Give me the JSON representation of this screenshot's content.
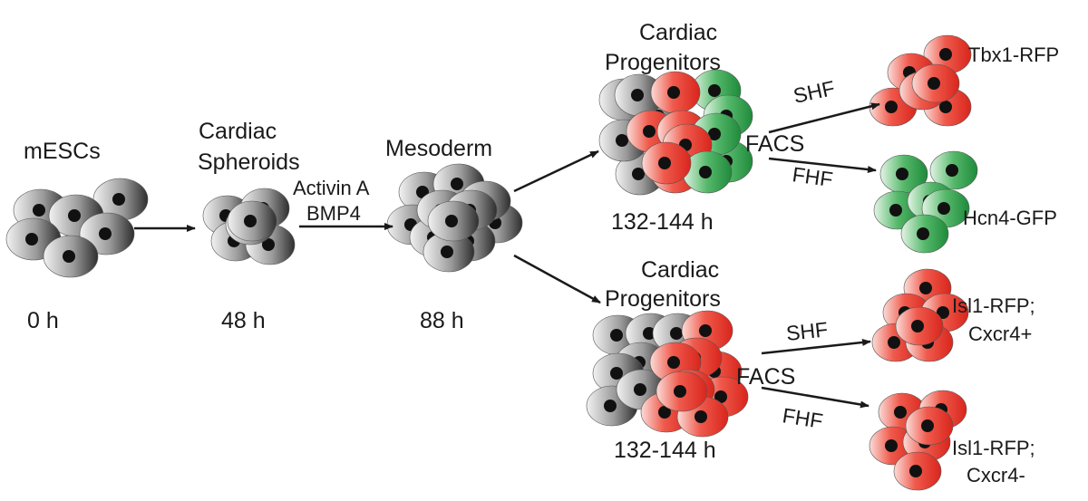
{
  "stages": [
    {
      "label": "mESCs",
      "time": "0 h"
    },
    {
      "label_line1": "Cardiac",
      "label_line2": "Spheroids",
      "time": "48 h"
    },
    {
      "label": "Mesoderm",
      "time": "88 h"
    }
  ],
  "treatment": {
    "line1": "Activin A",
    "line2": "BMP4"
  },
  "progenitors_top": {
    "line1": "Cardiac",
    "line2": "Progenitors",
    "time": "132-144 h",
    "sort": "FACS"
  },
  "progenitors_bottom": {
    "line1": "Cardiac",
    "line2": "Progenitors",
    "time": "132-144 h",
    "sort": "FACS"
  },
  "branches_top": {
    "shf": "SHF",
    "fhf": "FHF",
    "out_shf": "Tbx1-RFP",
    "out_fhf": "Hcn4-GFP"
  },
  "branches_bottom": {
    "shf": "SHF",
    "fhf": "FHF",
    "out_shf_line1": "Isl1-RFP;",
    "out_shf_line2": "Cxcr4+",
    "out_fhf_line1": "Isl1-RFP;",
    "out_fhf_line2": "Cxcr4-"
  },
  "colors": {
    "grey_cell": "#8a8a8a",
    "red_cell": "#e23a2e",
    "green_cell": "#2fa84f",
    "nucleus": "#111111"
  }
}
